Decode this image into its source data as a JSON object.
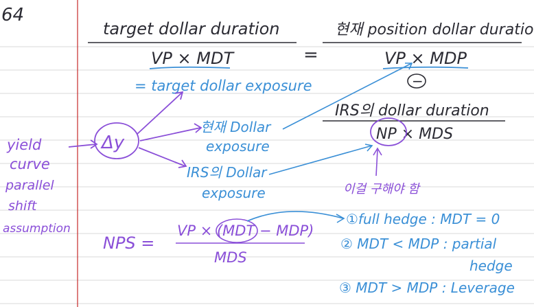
{
  "page_number": "64",
  "colors": {
    "dark": "#2b2b33",
    "blue": "#3a8fd6",
    "purple": "#8a4fd8",
    "rule": "#d8d8d8",
    "margin": "#c62828"
  },
  "equation": {
    "left_numerator": "target dollar duration",
    "left_denominator": "VP × MDT",
    "equals": "=",
    "right_numerator": "현재 position dollar duration",
    "right_denominator": "VP × MDP"
  },
  "minus_symbol": "−",
  "target_exposure": "= target dollar exposure",
  "irs_numerator": "IRS의 dollar duration",
  "irs_denominator": "NP × MDS",
  "yield_note": [
    "yield",
    "curve",
    "parallel",
    "shift",
    "assumption"
  ],
  "delta_y": "Δy",
  "current_exposure": [
    "현재 Dollar",
    "exposure"
  ],
  "irs_exposure": [
    "IRS의 Dollar",
    "exposure"
  ],
  "solve_note": "이걸 구해야 함",
  "np_formula": {
    "lhs": "NPS =",
    "numerator": "VP × (MDT − MDP)",
    "denominator": "MDS"
  },
  "cases": [
    "①full hedge : MDT = 0",
    "② MDT < MDP : partial",
    "hedge",
    "③ MDT > MDP : Leverage"
  ]
}
